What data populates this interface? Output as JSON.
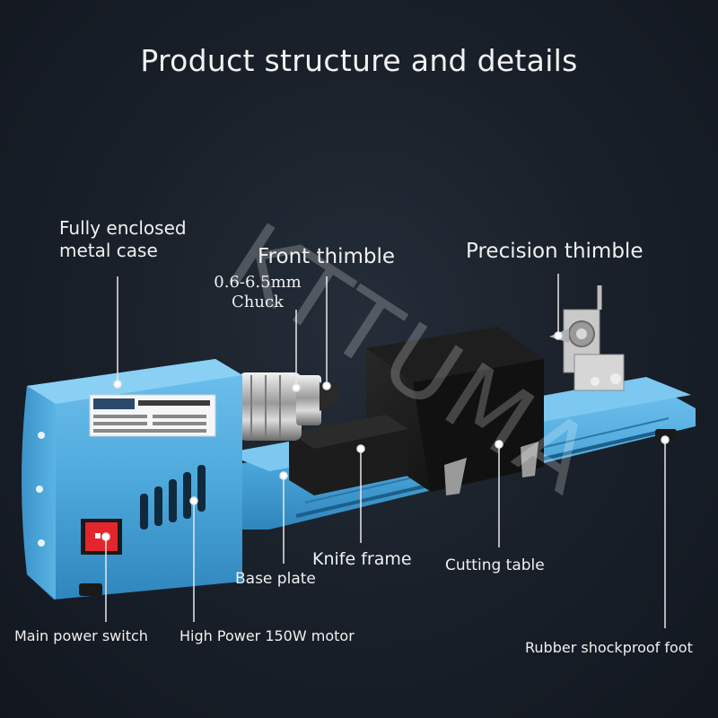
{
  "title": "Product structure and details",
  "watermark": "KTTUMA",
  "labels": {
    "case": "Fully enclosed\nmetal case",
    "front_thimble": "Front thimble",
    "chuck": "0.6-6.5mm\nChuck",
    "precision_thimble": "Precision thimble",
    "knife_frame": "Knife frame",
    "cutting_table": "Cutting table",
    "base_plate": "Base plate",
    "power_switch": "Main power switch",
    "motor": "High Power 150W motor",
    "foot": "Rubber shockproof foot"
  },
  "colors": {
    "background": "#161d27",
    "machine_blue": "#4ea9dc",
    "switch_red": "#e3262d",
    "label_text": "#f0f0f0"
  }
}
